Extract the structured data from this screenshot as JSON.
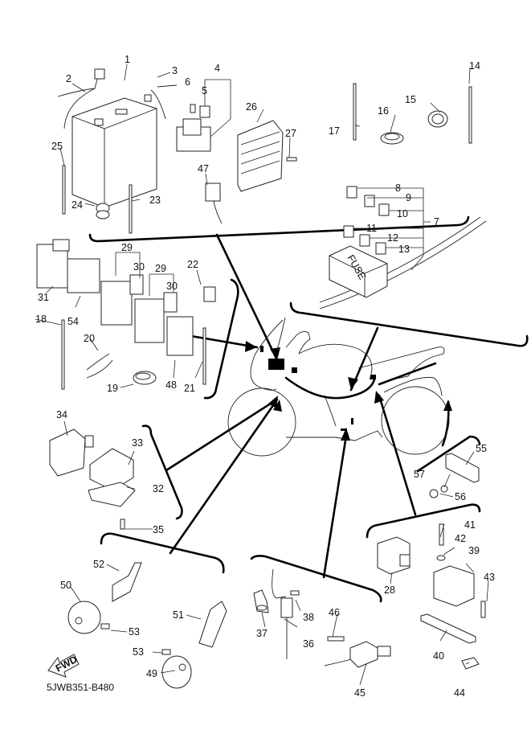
{
  "diagram": {
    "title": "Electrical parts diagram",
    "code": "5JWB351-B480",
    "fwd_label": "FWD",
    "fuse_box_label": "FUSE",
    "callouts": [
      {
        "id": "1"
      },
      {
        "id": "2"
      },
      {
        "id": "3"
      },
      {
        "id": "4"
      },
      {
        "id": "5"
      },
      {
        "id": "6"
      },
      {
        "id": "7"
      },
      {
        "id": "8"
      },
      {
        "id": "9"
      },
      {
        "id": "10"
      },
      {
        "id": "11"
      },
      {
        "id": "12"
      },
      {
        "id": "13"
      },
      {
        "id": "14"
      },
      {
        "id": "15"
      },
      {
        "id": "16"
      },
      {
        "id": "17"
      },
      {
        "id": "18"
      },
      {
        "id": "19"
      },
      {
        "id": "20"
      },
      {
        "id": "21"
      },
      {
        "id": "22"
      },
      {
        "id": "23"
      },
      {
        "id": "24"
      },
      {
        "id": "25"
      },
      {
        "id": "26"
      },
      {
        "id": "27"
      },
      {
        "id": "28"
      },
      {
        "id": "29"
      },
      {
        "id": "29"
      },
      {
        "id": "30"
      },
      {
        "id": "30"
      },
      {
        "id": "31"
      },
      {
        "id": "32"
      },
      {
        "id": "33"
      },
      {
        "id": "34"
      },
      {
        "id": "35"
      },
      {
        "id": "36"
      },
      {
        "id": "37"
      },
      {
        "id": "38"
      },
      {
        "id": "39"
      },
      {
        "id": "40"
      },
      {
        "id": "41"
      },
      {
        "id": "42"
      },
      {
        "id": "43"
      },
      {
        "id": "44"
      },
      {
        "id": "45"
      },
      {
        "id": "46"
      },
      {
        "id": "47"
      },
      {
        "id": "48"
      },
      {
        "id": "49"
      },
      {
        "id": "50"
      },
      {
        "id": "51"
      },
      {
        "id": "52"
      },
      {
        "id": "53"
      },
      {
        "id": "53"
      },
      {
        "id": "54"
      },
      {
        "id": "55"
      },
      {
        "id": "56"
      },
      {
        "id": "57"
      }
    ]
  }
}
